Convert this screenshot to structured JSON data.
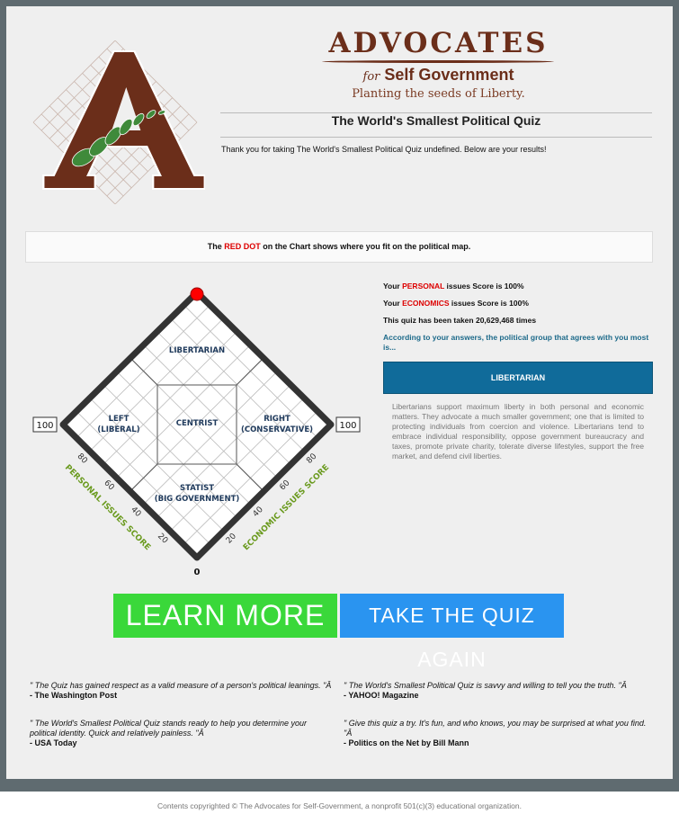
{
  "brand": {
    "name": "ADVOCATES",
    "for": "for",
    "sub": "Self Government",
    "tagline": "Planting the seeds of Liberty."
  },
  "header": {
    "title": "The World's Smallest Political Quiz",
    "thanks": "Thank you for taking The World's Smallest Political Quiz undefined. Below are your results!"
  },
  "notice": {
    "pre": "The ",
    "red": "RED DOT",
    "post": " on the Chart shows where you fit on the political map."
  },
  "results": {
    "personal": {
      "pre": "Your ",
      "red": "PERSONAL",
      "post": " issues Score is 100%"
    },
    "economic": {
      "pre": "Your ",
      "red": "ECONOMICS",
      "post": " issues Score is 100%"
    },
    "taken": "This quiz has been taken 20,629,468 times",
    "agree": "According to your answers, the political group that agrees with you most is...",
    "group": "LIBERTARIAN",
    "description": "Libertarians support maximum liberty in both personal and economic matters. They advocate a much smaller government; one that is limited to protecting individuals from coercion and violence. Libertarians tend to embrace individual responsibility, oppose government bureaucracy and taxes, promote private charity, tolerate diverse lifestyles, support the free market, and defend civil liberties."
  },
  "chart_data": {
    "type": "scatter",
    "title": "",
    "regions": [
      "LIBERTARIAN",
      "LEFT",
      "(LIBERAL)",
      "CENTRIST",
      "RIGHT",
      "(CONSERVATIVE)",
      "STATIST",
      "(BIG GOVERNMENT)"
    ],
    "xlabel": "PERSONAL ISSUES SCORE",
    "ylabel": "ECONOMIC ISSUES SCORE",
    "ticks": [
      "20",
      "40",
      "60",
      "80"
    ],
    "origin_label": "0",
    "max_label": "100",
    "xlim": [
      0,
      100
    ],
    "ylim": [
      0,
      100
    ],
    "point": {
      "personal": 100,
      "economic": 100,
      "color": "#ff0000"
    }
  },
  "buttons": {
    "learn": "LEARN MORE",
    "again": "TAKE THE QUIZ AGAIN"
  },
  "quotes": [
    {
      "text": "\" The Quiz has gained respect as a valid measure of a person's political leanings. \"Â",
      "source": "- The Washington Post"
    },
    {
      "text": "\" The World's Smallest Political Quiz is savvy and willing to tell you the truth. \"Â",
      "source": "- YAHOO! Magazine"
    },
    {
      "text": "\" The World's Smallest Political Quiz stands ready to help you determine your political identity. Quick and relatively painless. \"Â",
      "source": "- USA Today"
    },
    {
      "text": "\" Give this quiz a try. It's fun, and who knows, you may be surprised at what you find. \"Â",
      "source": "- Politics on the Net by Bill Mann"
    }
  ],
  "footer": "Contents copyrighted © The Advocates for Self-Government, a nonprofit 501(c)(3) educational organization."
}
